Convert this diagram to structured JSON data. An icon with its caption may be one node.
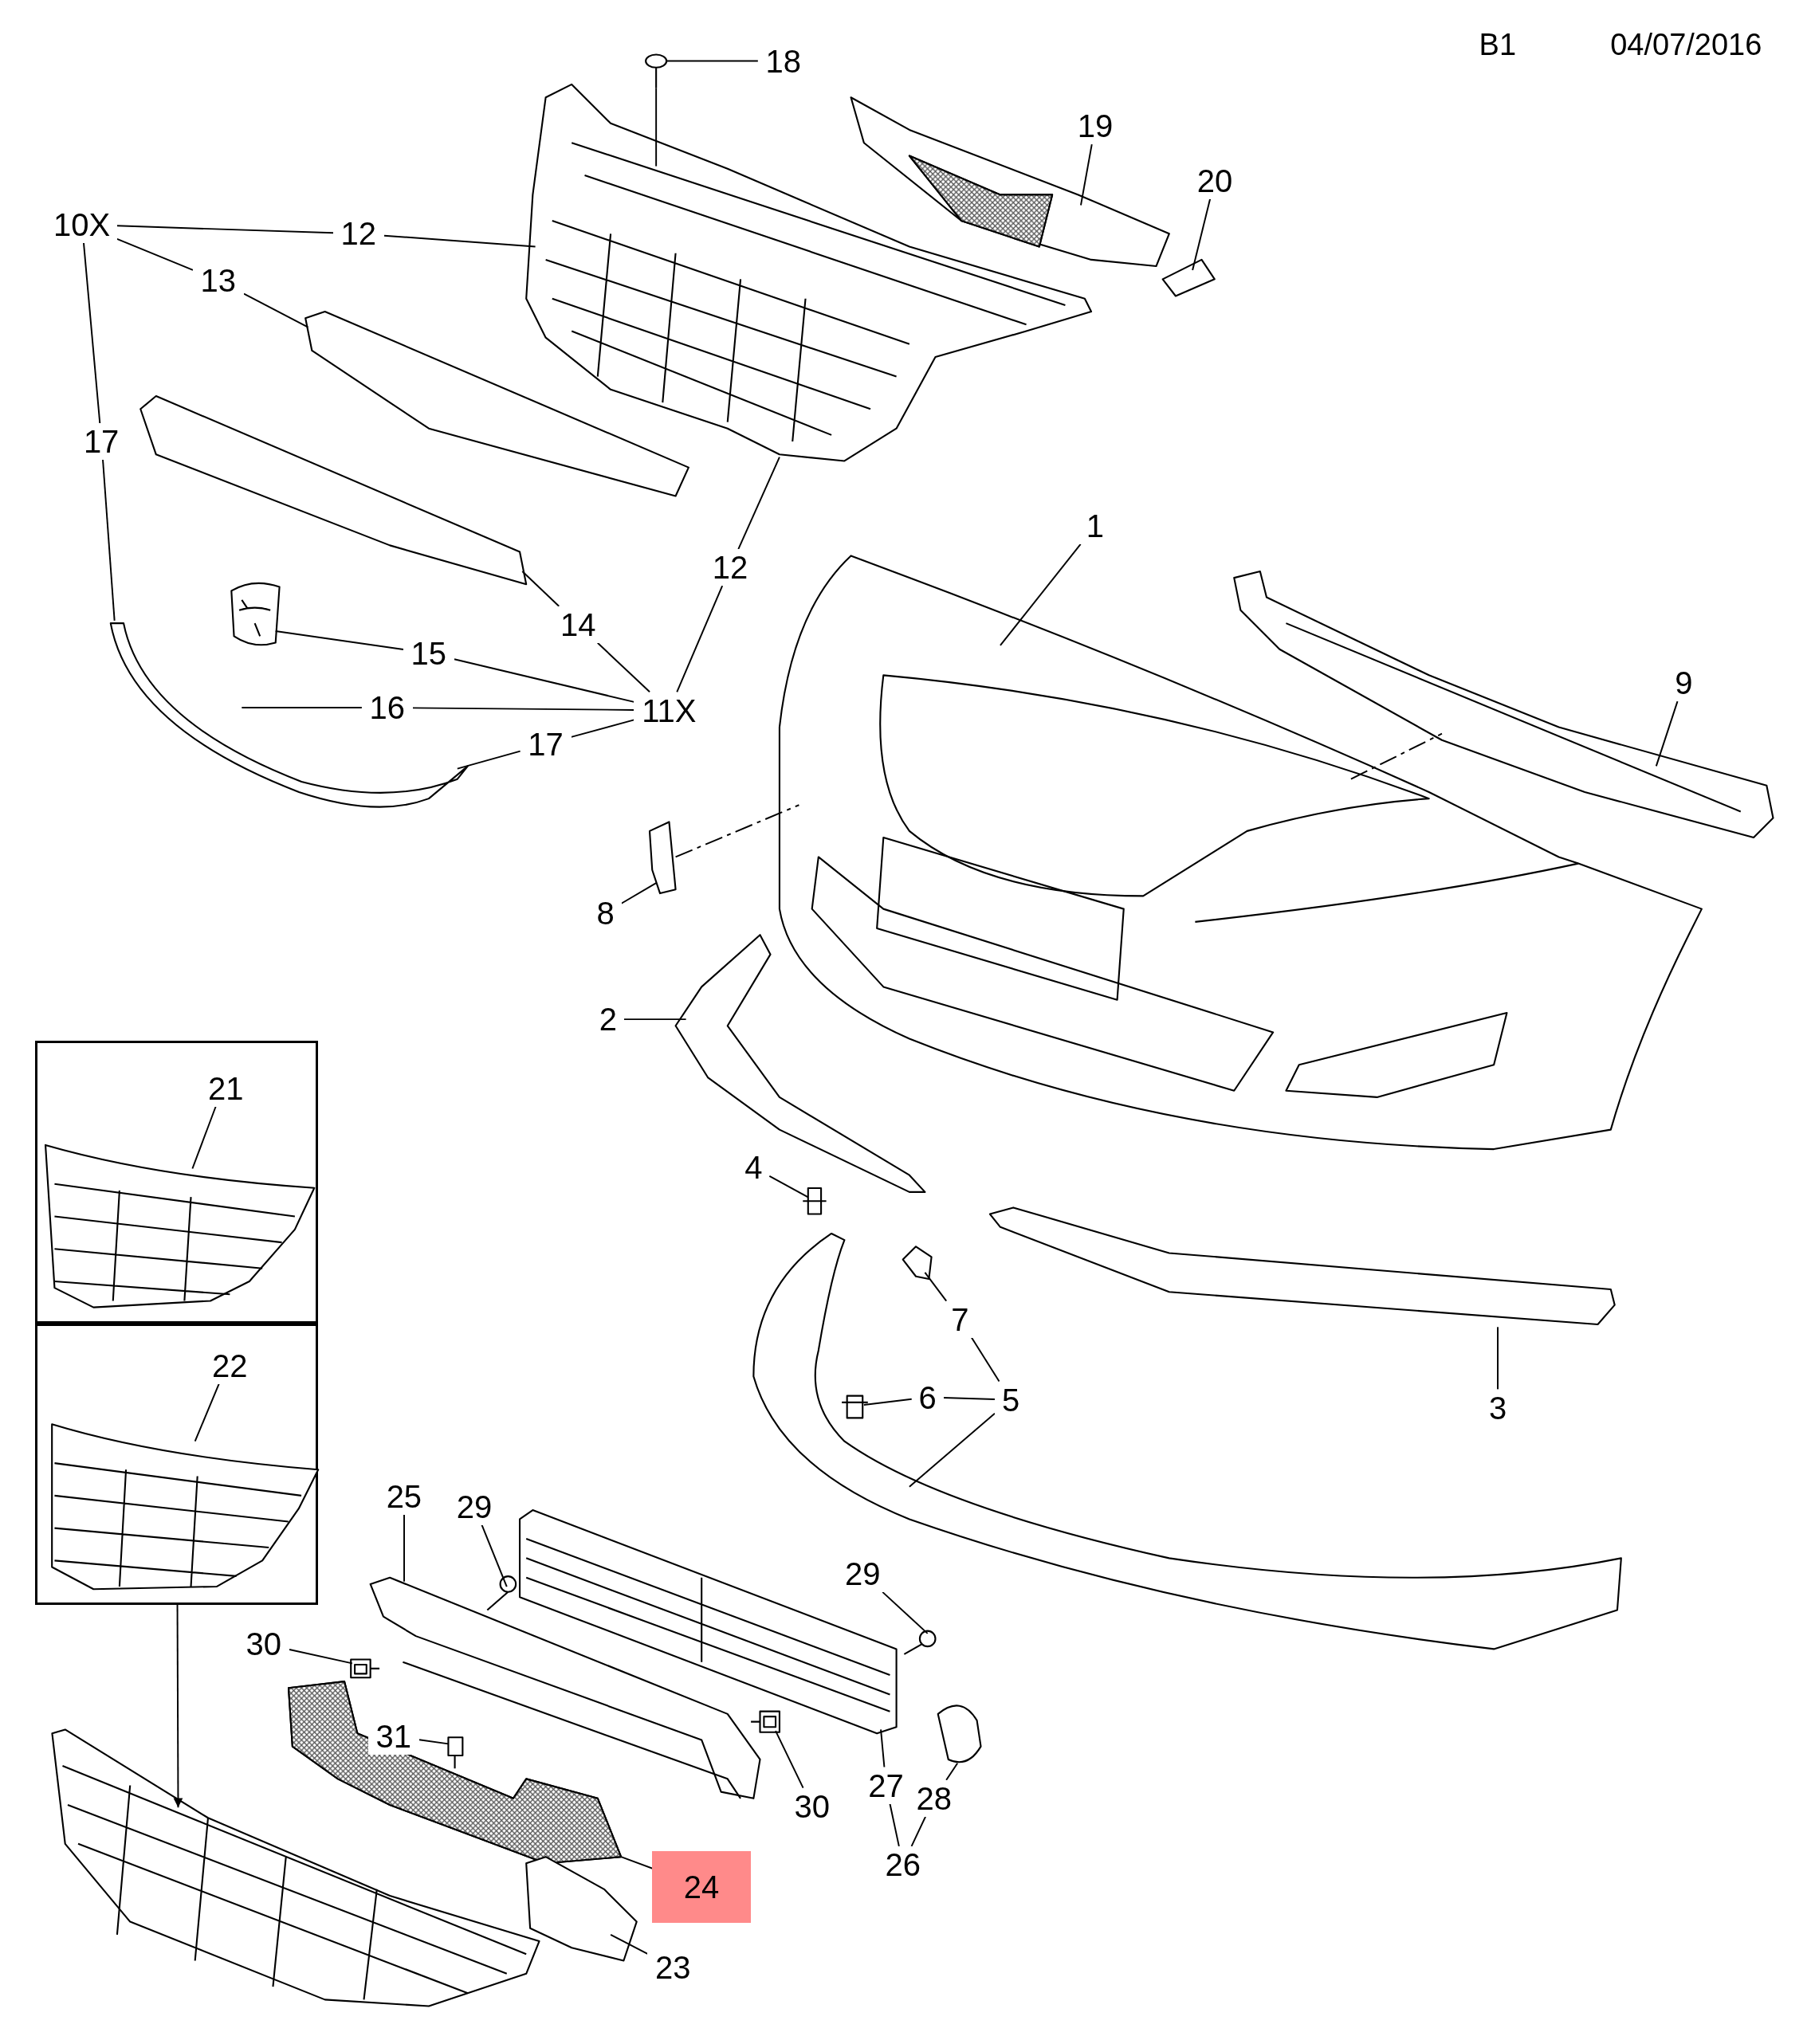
{
  "diagram": {
    "nodes": [
      {
        "text": [
          "18"
        ]
      },
      {
        "text": [
          "19"
        ]
      },
      {
        "text": [
          "20"
        ]
      },
      {
        "text": [
          "10X"
        ]
      },
      {
        "text": [
          "12"
        ]
      },
      {
        "text": [
          "13"
        ]
      },
      {
        "text": [
          "17"
        ]
      },
      {
        "text": [
          "1"
        ]
      },
      {
        "text": [
          "12"
        ]
      },
      {
        "text": [
          "14"
        ]
      },
      {
        "text": [
          "15"
        ]
      },
      {
        "text": [
          "9"
        ]
      },
      {
        "text": [
          "16"
        ]
      },
      {
        "text": [
          "11X"
        ]
      },
      {
        "text": [
          "17"
        ]
      },
      {
        "text": [
          "8"
        ]
      },
      {
        "text": [
          "2"
        ]
      },
      {
        "text": [],
        "shape": "box"
      },
      {
        "text": [
          "21"
        ],
        "in": 17
      },
      {
        "text": [],
        "shape": "picture",
        "in": 17
      },
      {
        "text": [
          "4"
        ]
      },
      {
        "text": [
          "7"
        ]
      },
      {
        "text": [],
        "shape": "box"
      },
      {
        "text": [
          "22"
        ],
        "in": 22
      },
      {
        "text": [],
        "shape": "picture",
        "in": 22
      },
      {
        "text": [
          "6"
        ]
      },
      {
        "text": [
          "5"
        ]
      },
      {
        "text": [
          "3"
        ]
      },
      {
        "text": [
          "25"
        ]
      },
      {
        "text": [
          "29"
        ]
      },
      {
        "text": [
          "29"
        ]
      },
      {
        "text": [
          "30"
        ]
      },
      {
        "text": [
          "31"
        ]
      },
      {
        "text": [
          "27"
        ]
      },
      {
        "text": [
          "28"
        ]
      },
      {
        "text": [
          "30"
        ]
      },
      {
        "text": [
          "26"
        ]
      },
      {
        "text": [
          "24"
        ]
      },
      {
        "text": [
          "23"
        ]
      },
      {
        "text": [],
        "shape": "picture"
      },
      {
        "text": [],
        "shape": "picture"
      },
      {
        "text": [],
        "shape": "picture"
      },
      {
        "text": [],
        "shape": "picture"
      },
      {
        "text": [],
        "shape": "picture"
      },
      {
        "text": [],
        "shape": "picture"
      },
      {
        "text": [],
        "shape": "picture"
      },
      {
        "text": [],
        "shape": "picture"
      },
      {
        "text": [],
        "shape": "picture"
      },
      {
        "text": [],
        "shape": "picture"
      },
      {
        "text": [],
        "shape": "picture"
      },
      {
        "text": [],
        "shape": "picture"
      },
      {
        "text": [],
        "shape": "picture"
      },
      {
        "text": [],
        "shape": "picture"
      },
      {
        "text": [],
        "shape": "picture"
      },
      {
        "text": [],
        "shape": "picture"
      },
      {
        "text": [],
        "shape": "picture"
      },
      {
        "text": [],
        "shape": "picture"
      },
      {
        "text": [],
        "shape": "picture"
      },
      {
        "text": [],
        "shape": "picture"
      },
      {
        "text": [],
        "shape": "picture"
      },
      {
        "text": [],
        "shape": "box"
      },
      {
        "text": [],
        "shape": "box"
      },
      {
        "text": [],
        "shape": "picture"
      },
      {
        "text": [],
        "shape": "picture"
      },
      {
        "text": [],
        "shape": "picture"
      },
      {
        "text": [],
        "shape": "picture"
      },
      {
        "text": [],
        "shape": "picture"
      }
    ],
    "edges": [
      {
        "from": 0,
        "to": 39,
        "arrow": "none"
      },
      {
        "from": 1,
        "to": 40,
        "arrow": "none"
      },
      {
        "from": 2,
        "to": 42,
        "arrow": "none"
      },
      {
        "from": 3,
        "to": 4,
        "arrow": "none"
      },
      {
        "from": 3,
        "to": 5,
        "arrow": "none"
      },
      {
        "from": 3,
        "to": 6,
        "arrow": "none"
      },
      {
        "from": 4,
        "to": 41,
        "arrow": "none"
      },
      {
        "from": 5,
        "to": 43,
        "arrow": "none"
      },
      {
        "from": 6,
        "to": 46,
        "arrow": "none"
      },
      {
        "from": 7,
        "to": 48,
        "arrow": "none"
      },
      {
        "from": 8,
        "to": 41,
        "arrow": "none"
      },
      {
        "from": 9,
        "to": 44,
        "arrow": "none"
      },
      {
        "from": 10,
        "to": 45,
        "arrow": "none"
      },
      {
        "from": 11,
        "to": 47,
        "arrow": "none"
      },
      {
        "from": 12,
        "to": null,
        "arrow": "none"
      },
      {
        "from": 13,
        "to": 8,
        "arrow": "none"
      },
      {
        "from": 13,
        "to": 9,
        "arrow": "none"
      },
      {
        "from": 13,
        "to": 10,
        "arrow": "none"
      },
      {
        "from": 13,
        "to": 12,
        "arrow": "none"
      },
      {
        "from": 13,
        "to": 14,
        "arrow": "none"
      },
      {
        "from": 14,
        "to": 46,
        "arrow": "none"
      },
      {
        "from": 15,
        "to": 49,
        "arrow": "none"
      },
      {
        "from": 16,
        "to": 50,
        "arrow": "none"
      },
      {
        "from": 18,
        "to": 19,
        "arrow": "none"
      },
      {
        "from": 20,
        "to": 51,
        "arrow": "none"
      },
      {
        "from": 21,
        "to": 53,
        "arrow": "none"
      },
      {
        "from": 23,
        "to": 24,
        "arrow": "none"
      },
      {
        "from": 25,
        "to": 55,
        "arrow": "none"
      },
      {
        "from": 26,
        "to": 25,
        "arrow": "none"
      },
      {
        "from": 26,
        "to": 21,
        "arrow": "none"
      },
      {
        "from": 26,
        "to": 54,
        "arrow": "none"
      },
      {
        "from": 27,
        "to": 52,
        "arrow": "none"
      },
      {
        "from": 28,
        "to": 56,
        "arrow": "none"
      },
      {
        "from": 29,
        "to": 58,
        "arrow": "none"
      },
      {
        "from": 30,
        "to": 59,
        "arrow": "none"
      },
      {
        "from": 31,
        "to": 60,
        "arrow": "none"
      },
      {
        "from": 32,
        "to": 62,
        "arrow": "none"
      },
      {
        "from": 33,
        "to": 57,
        "arrow": "none"
      },
      {
        "from": 34,
        "to": 63,
        "arrow": "none"
      },
      {
        "from": 35,
        "to": 61,
        "arrow": "none"
      },
      {
        "from": 36,
        "to": 33,
        "arrow": "none"
      },
      {
        "from": 36,
        "to": 34,
        "arrow": "none"
      },
      {
        "from": 37,
        "to": 64,
        "arrow": "none"
      },
      {
        "from": 38,
        "to": 66,
        "arrow": "none"
      },
      {
        "from": 22,
        "to": 65,
        "arrow": "to"
      },
      {
        "from": 49,
        "to": 48,
        "arrow": "none",
        "style": "dashed"
      },
      {
        "from": 48,
        "to": 47,
        "arrow": "none",
        "style": "dashed"
      },
      {
        "from": 39,
        "to": 41,
        "arrow": "none"
      }
    ],
    "labels": [
      "B1",
      "04/07/2016"
    ]
  }
}
